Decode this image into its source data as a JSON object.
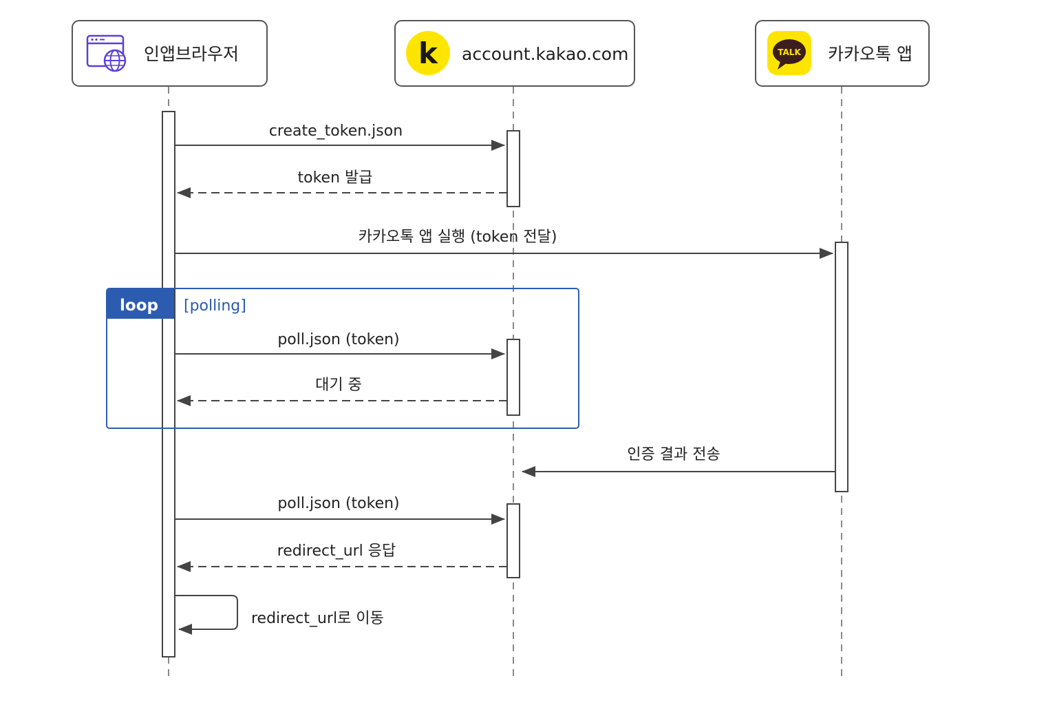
{
  "participants": {
    "browser": {
      "label": "인앱브라우저",
      "icon": "browser-globe-icon"
    },
    "kakao_account": {
      "label": "account.kakao.com",
      "icon": "kakao-k-icon",
      "icon_letter": "k"
    },
    "kakaotalk": {
      "label": "카카오톡 앱",
      "icon": "kakaotalk-talk-icon",
      "icon_text": "TALK"
    }
  },
  "messages": [
    {
      "text": "create_token.json",
      "from": "browser",
      "to": "kakao_account",
      "style": "solid"
    },
    {
      "text": "token 발급",
      "from": "kakao_account",
      "to": "browser",
      "style": "dashed"
    },
    {
      "text": "카카오톡 앱 실행 (token 전달)",
      "from": "browser",
      "to": "kakaotalk",
      "style": "solid"
    },
    {
      "text": "poll.json (token)",
      "from": "browser",
      "to": "kakao_account",
      "style": "solid"
    },
    {
      "text": "대기 중",
      "from": "kakao_account",
      "to": "browser",
      "style": "dashed"
    },
    {
      "text": "인증 결과 전송",
      "from": "kakaotalk",
      "to": "kakao_account",
      "style": "solid"
    },
    {
      "text": "poll.json (token)",
      "from": "browser",
      "to": "kakao_account",
      "style": "solid"
    },
    {
      "text": "redirect_url 응답",
      "from": "kakao_account",
      "to": "browser",
      "style": "dashed"
    },
    {
      "text": "redirect_url로 이동",
      "from": "browser",
      "to": "browser",
      "style": "self"
    }
  ],
  "loop": {
    "tag": "loop",
    "condition": "[polling]"
  },
  "colors": {
    "kakao_yellow": "#fee500",
    "loop_blue": "#2c5cb0",
    "icon_purple": "#5b3fd6",
    "line": "#444444"
  }
}
